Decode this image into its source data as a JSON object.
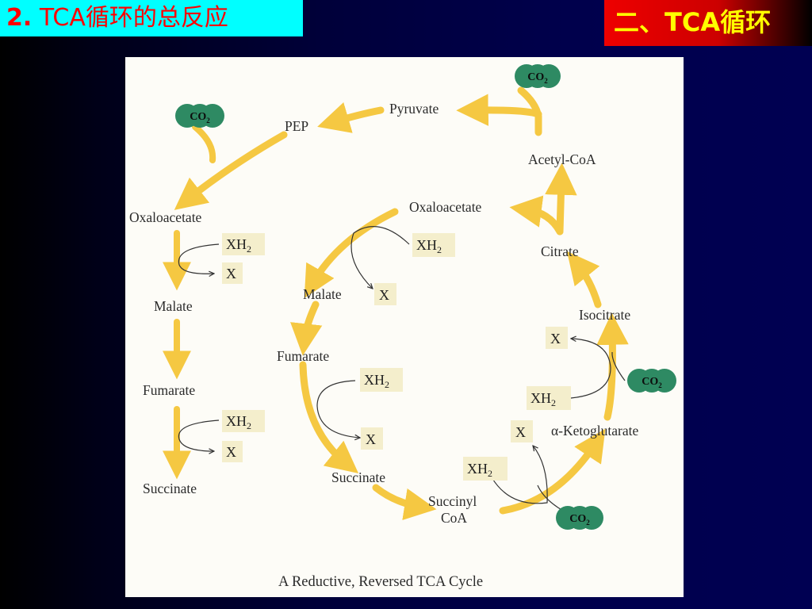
{
  "header": {
    "left_title_num": "2.",
    "left_title_text": " TCA循环的总反应",
    "right_title": "二、TCA循环"
  },
  "diagram": {
    "caption": "A Reductive, Reversed TCA Cycle",
    "outer": {
      "pyruvate": "Pyruvate",
      "pep": "PEP",
      "acetyl_coa": "Acetyl-CoA",
      "left_column": [
        "Oxaloacetate",
        "Malate",
        "Fumarate",
        "Succinate"
      ]
    },
    "cycle": {
      "oxaloacetate": "Oxaloacetate",
      "citrate": "Citrate",
      "isocitrate": "Isocitrate",
      "ketoglutarate": "α-Ketoglutarate",
      "succinyl_coa_1": "Succinyl",
      "succinyl_coa_2": "CoA",
      "succinate": "Succinate",
      "fumarate": "Fumarate",
      "malate": "Malate"
    },
    "cofactor_reduced": "XH",
    "cofactor_reduced_sub": "2",
    "cofactor_oxidized": "X",
    "co2": "CO",
    "co2_sub": "2"
  },
  "colors": {
    "arrow": "#f5c842",
    "panel": "#fdfcf7",
    "box": "#f4eecc",
    "co2": "#2e8a63",
    "title_left_bg": "#00ffff",
    "title_left_fg": "#ff0000",
    "title_right_bg": "#ee0000",
    "title_right_fg": "#ffff00"
  }
}
